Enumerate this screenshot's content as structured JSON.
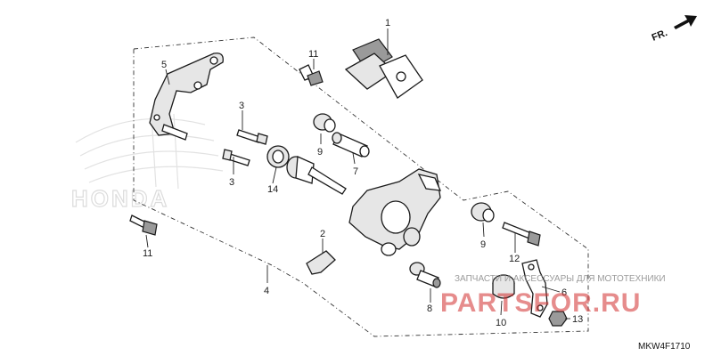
{
  "direction_label": "FR.",
  "diagram_code": "MKW4F1710",
  "watermark": {
    "brand": "HONDA",
    "site_top": "ЗАПЧАСТИ И АКСЕССУАРЫ ДЛЯ МОТОТЕХНИКИ",
    "site_bottom": "PARTSFOR.RU"
  },
  "callouts": [
    {
      "key": "pad_1",
      "number": "1"
    },
    {
      "key": "bracket_5",
      "number": "5"
    },
    {
      "key": "bolt_11_top",
      "number": "11"
    },
    {
      "key": "pin_3_top",
      "number": "3"
    },
    {
      "key": "pin_3_bottom",
      "number": "3"
    },
    {
      "key": "boot_9_top",
      "number": "9"
    },
    {
      "key": "sleeve_7",
      "number": "7"
    },
    {
      "key": "seal_14",
      "number": "14"
    },
    {
      "key": "clip_2",
      "number": "2"
    },
    {
      "key": "bolt_11_bottom",
      "number": "11"
    },
    {
      "key": "assembly_4",
      "number": "4"
    },
    {
      "key": "boot_9_right",
      "number": "9"
    },
    {
      "key": "bolt_12",
      "number": "12"
    },
    {
      "key": "bleeder_8",
      "number": "8"
    },
    {
      "key": "cap_10",
      "number": "10"
    },
    {
      "key": "plate_6",
      "number": "6"
    },
    {
      "key": "nut_13",
      "number": "13"
    }
  ]
}
